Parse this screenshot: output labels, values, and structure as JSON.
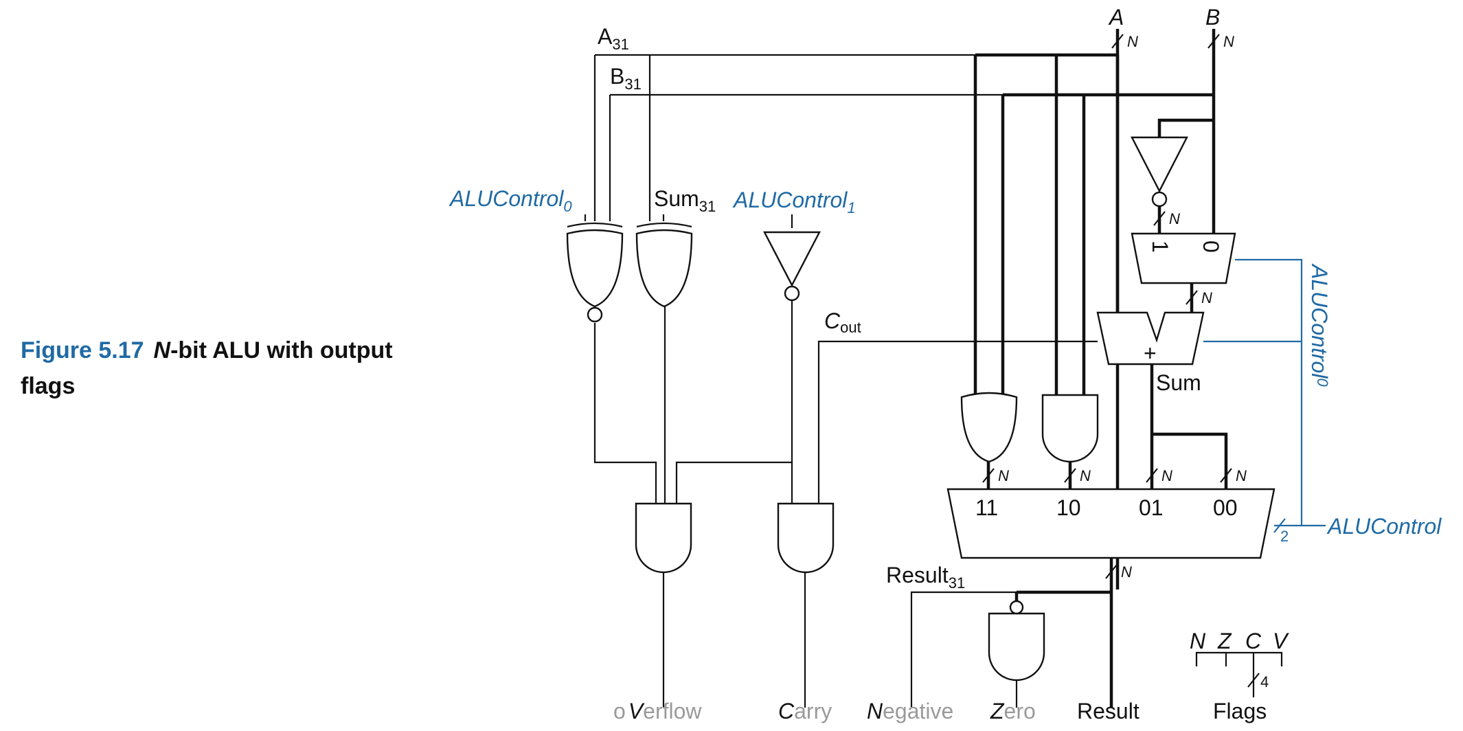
{
  "caption": {
    "figure_label": "Figure 5.17",
    "title_italic": "N",
    "title_rest": "-bit ALU with output flags"
  },
  "inputs": {
    "a": "A",
    "b": "B",
    "a_msb": "A",
    "a_msb_sub": "31",
    "b_msb": "B",
    "b_msb_sub": "31",
    "bus_width": "N"
  },
  "control": {
    "alucontrol0_left": "ALUControl",
    "alucontrol0_left_sub": "0",
    "alucontrol1": "ALUControl",
    "alucontrol1_sub": "1",
    "alucontrol0_right": "ALUControl",
    "alucontrol0_right_sub": "0",
    "alucontrol": "ALUControl",
    "alucontrol_width": "2"
  },
  "internal": {
    "sum31": "Sum",
    "sum31_sub": "31",
    "cout": "C",
    "cout_sub": "out",
    "sum": "Sum",
    "plus": "+",
    "mux_in_1": "1",
    "mux_in_0": "0",
    "result31": "Result",
    "result31_sub": "31"
  },
  "result_mux_inputs": [
    "11",
    "10",
    "01",
    "00"
  ],
  "flag_bits": [
    "N",
    "Z",
    "C",
    "V"
  ],
  "flags_width": "4",
  "outputs": {
    "overflow_pre": "o",
    "overflow_letter": "V",
    "overflow_post": "erflow",
    "carry_letter": "C",
    "carry_post": "arry",
    "negative_letter": "N",
    "negative_post": "egative",
    "zero_letter": "Z",
    "zero_post": "ero",
    "result": "Result",
    "flags": "Flags"
  },
  "colors": {
    "control_blue": "#1f6aa5",
    "wire": "#111111",
    "muted_text": "#9a9a9a"
  }
}
